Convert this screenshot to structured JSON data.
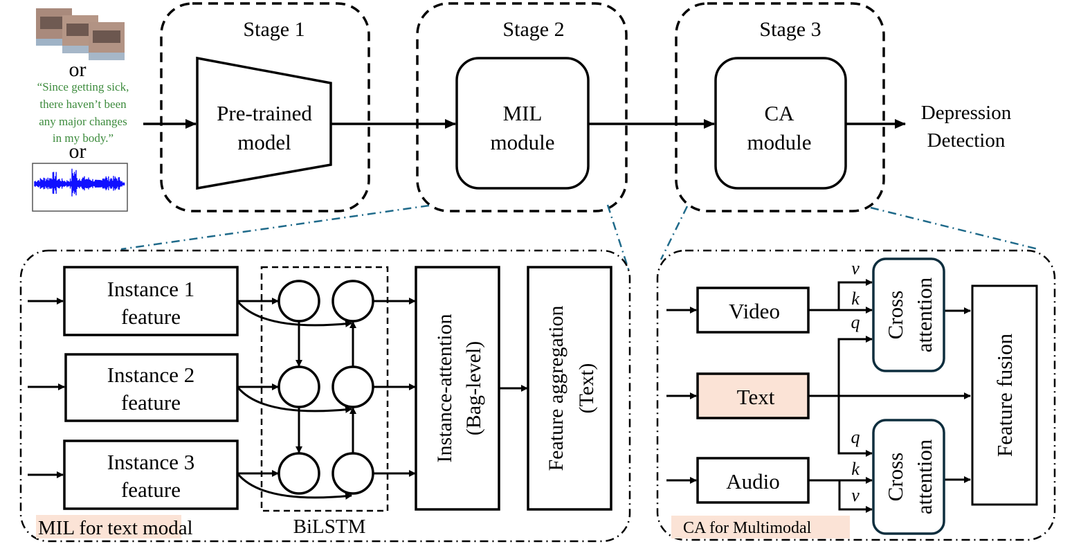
{
  "inputs": {
    "video_frames_icon": "face-frames-image",
    "or_1": "or",
    "quote_lines": [
      "“Since getting sick,",
      "there haven’t been",
      "any major changes",
      "in my body.”"
    ],
    "or_2": "or",
    "audio_icon": "audio-waveform-image"
  },
  "stages": [
    {
      "title": "Stage 1",
      "block_lines": [
        "Pre-trained",
        "model"
      ]
    },
    {
      "title": "Stage 2",
      "block_lines": [
        "MIL",
        "module"
      ]
    },
    {
      "title": "Stage 3",
      "block_lines": [
        "CA",
        "module"
      ]
    }
  ],
  "output": {
    "lines": [
      "Depression",
      "Detection"
    ]
  },
  "mil_panel": {
    "instances": [
      {
        "lines": [
          "Instance 1",
          "feature"
        ]
      },
      {
        "lines": [
          "Instance 2",
          "feature"
        ]
      },
      {
        "lines": [
          "Instance 3",
          "feature"
        ]
      }
    ],
    "bilstm_label": "BiLSTM",
    "attention_lines": [
      "Instance-attention",
      "(Bag-level)"
    ],
    "aggregation_lines": [
      "Feature aggregation",
      "(Text)"
    ],
    "caption": "MIL for text modal"
  },
  "ca_panel": {
    "modalities": [
      "Video",
      "Text",
      "Audio"
    ],
    "cross_attention_lines": [
      "Cross",
      "attention"
    ],
    "fusion_label": "Feature fusion",
    "top_inputs": [
      "v",
      "k",
      "q"
    ],
    "bottom_inputs": [
      "q",
      "k",
      "v"
    ],
    "caption": "CA for Multimodal"
  },
  "colors": {
    "highlight": "#fbe3d6",
    "quote_green": "#3d8b3d",
    "connector_teal": "#1f6a8a",
    "cross_attention_border": "#0e2e3e",
    "waveform_blue": "#1010ff"
  }
}
